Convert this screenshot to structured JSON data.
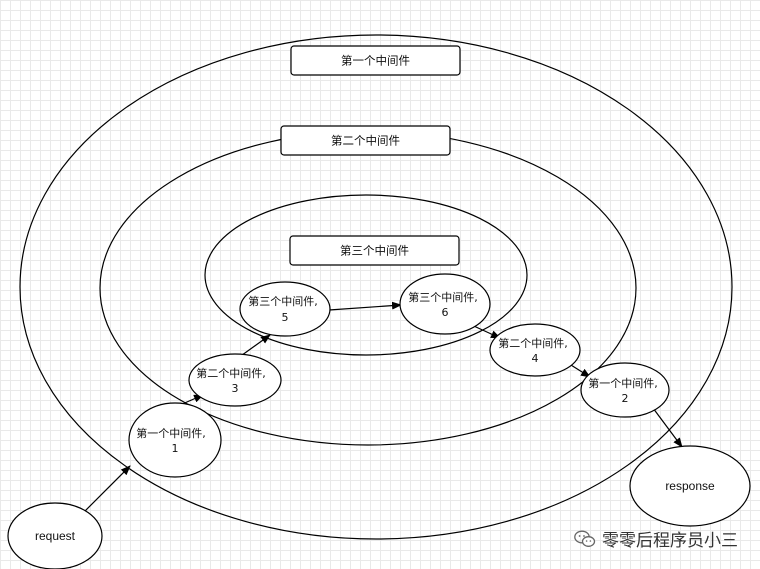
{
  "layers": {
    "outer_label": "第一个中间件",
    "middle_label": "第二个中间件",
    "inner_label": "第三个中间件"
  },
  "nodes": {
    "request": "request",
    "response": "response",
    "n1": {
      "line1": "第一个中间件,",
      "line2": "1"
    },
    "n2": {
      "line1": "第一个中间件,",
      "line2": "2"
    },
    "n3": {
      "line1": "第二个中间件,",
      "line2": "3"
    },
    "n4": {
      "line1": "第二个中间件,",
      "line2": "4"
    },
    "n5": {
      "line1": "第三个中间件,",
      "line2": "5"
    },
    "n6": {
      "line1": "第三个中间件,",
      "line2": "6"
    }
  },
  "watermark": {
    "text": "零零后程序员小三",
    "icon": "wechat-icon"
  }
}
